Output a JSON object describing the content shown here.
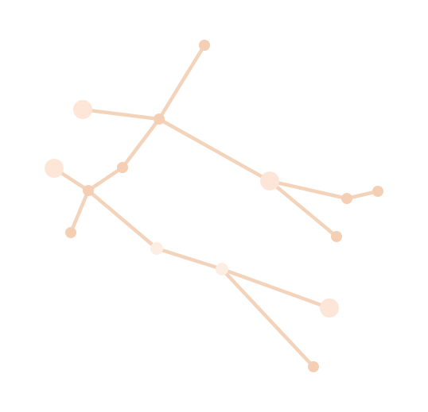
{
  "diagram": {
    "type": "constellation",
    "colors": {
      "background": "#ffffff",
      "edge": "#f4d3bb",
      "node_solid": "#f5cfb3",
      "node_pale": "#fde6d7",
      "node_lightest": "#fdeee3"
    },
    "nodes": [
      {
        "id": "n1",
        "tone": "solid",
        "size": "small"
      },
      {
        "id": "n2",
        "tone": "pale",
        "size": "large"
      },
      {
        "id": "n3",
        "tone": "solid",
        "size": "small"
      },
      {
        "id": "n4",
        "tone": "solid",
        "size": "small"
      },
      {
        "id": "n5",
        "tone": "pale",
        "size": "large"
      },
      {
        "id": "n6",
        "tone": "solid",
        "size": "small"
      },
      {
        "id": "n7",
        "tone": "solid",
        "size": "small"
      },
      {
        "id": "n8",
        "tone": "lightest",
        "size": "medium"
      },
      {
        "id": "n9",
        "tone": "lightest",
        "size": "medium"
      },
      {
        "id": "n10",
        "tone": "pale",
        "size": "large"
      },
      {
        "id": "n11",
        "tone": "solid",
        "size": "small"
      },
      {
        "id": "n12",
        "tone": "solid",
        "size": "small"
      },
      {
        "id": "n13",
        "tone": "pale",
        "size": "large"
      },
      {
        "id": "n14",
        "tone": "solid",
        "size": "small"
      }
    ],
    "edges": [
      [
        "n1",
        "n3"
      ],
      [
        "n2",
        "n3"
      ],
      [
        "n3",
        "n4"
      ],
      [
        "n4",
        "n6"
      ],
      [
        "n5",
        "n6"
      ],
      [
        "n6",
        "n7"
      ],
      [
        "n6",
        "n8"
      ],
      [
        "n8",
        "n9"
      ],
      [
        "n9",
        "n10"
      ],
      [
        "n9",
        "n14"
      ],
      [
        "n3",
        "n13"
      ],
      [
        "n13",
        "n11"
      ],
      [
        "n11",
        "n12"
      ],
      [
        "n13",
        "n15"
      ]
    ]
  }
}
